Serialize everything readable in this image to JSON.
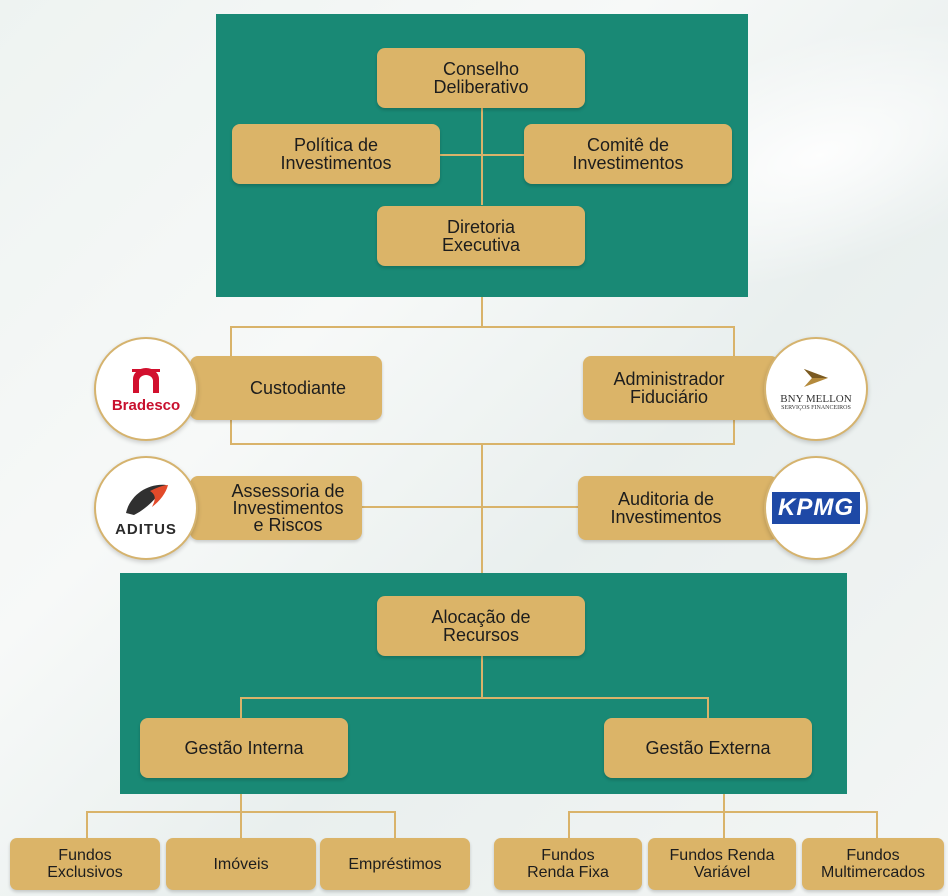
{
  "governance": {
    "conselho": "Conselho\nDeliberativo",
    "politica": "Política de\nInvestimentos",
    "comite": "Comitê de\nInvestimentos",
    "diretoria": "Diretoria\nExecutiva"
  },
  "providers": {
    "custodiante": "Custodiante",
    "administrador": "Administrador\nFiduciário",
    "assessoria": "Assessoria de\nInvestimentos\ne Riscos",
    "auditoria": "Auditoria de\nInvestimentos"
  },
  "logos": {
    "bradesco": "Bradesco",
    "bny_line1": "BNY MELLON",
    "bny_line2": "SERVIÇOS FINANCEIROS",
    "aditus": "ADITUS",
    "kpmg": "KPMG"
  },
  "allocation": {
    "alocacao": "Alocação de\nRecursos",
    "interna": "Gestão Interna",
    "externa": "Gestão Externa"
  },
  "funds_internal": [
    "Fundos\nExclusivos",
    "Imóveis",
    "Empréstimos"
  ],
  "funds_external": [
    "Fundos\nRenda Fixa",
    "Fundos Renda\nVariável",
    "Fundos\nMultimercados"
  ],
  "colors": {
    "panel": "#198975",
    "box": "#dbb468",
    "line": "#d9b36a"
  }
}
